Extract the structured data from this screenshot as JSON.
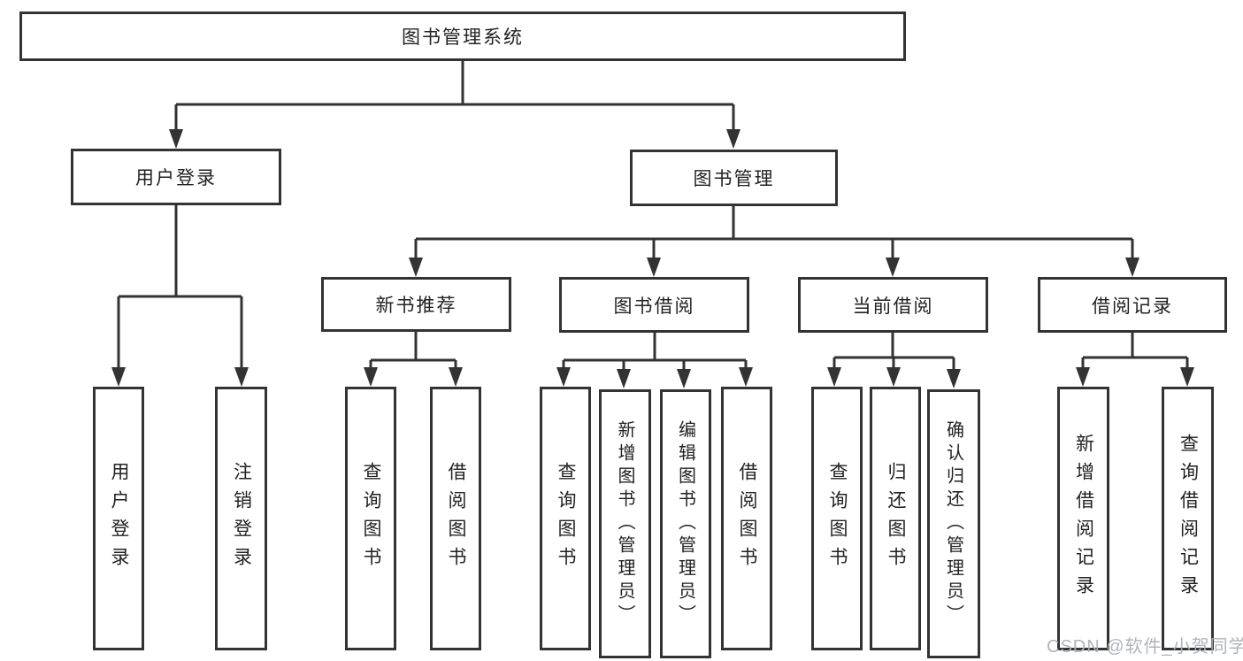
{
  "diagram": {
    "root": {
      "label": "图书管理系统"
    },
    "level2": {
      "user_login": {
        "label": "用户登录"
      },
      "book_mgmt": {
        "label": "图书管理"
      }
    },
    "level3": {
      "new_book": {
        "label": "新书推荐"
      },
      "book_borrow": {
        "label": "图书借阅"
      },
      "current_borrow": {
        "label": "当前借阅"
      },
      "borrow_record": {
        "label": "借阅记录"
      }
    },
    "leaves": {
      "user_login": [
        "用户登录",
        "注销登录"
      ],
      "new_book": [
        "查询图书",
        "借阅图书"
      ],
      "book_borrow": [
        "查询图书",
        "新增图书（管理员）",
        "编辑图书（管理员）",
        "借阅图书"
      ],
      "current_borrow": [
        "查询图书",
        "归还图书",
        "确认归还（管理员）"
      ],
      "borrow_record": [
        "新增借阅记录",
        "查询借阅记录"
      ]
    }
  },
  "watermark": {
    "text": "CSDN @软件_小贺同学"
  },
  "colors": {
    "line": "#333333",
    "box_border": "#333333",
    "text": "#222222",
    "background": "#ffffff",
    "watermark": "#abb0b8"
  }
}
